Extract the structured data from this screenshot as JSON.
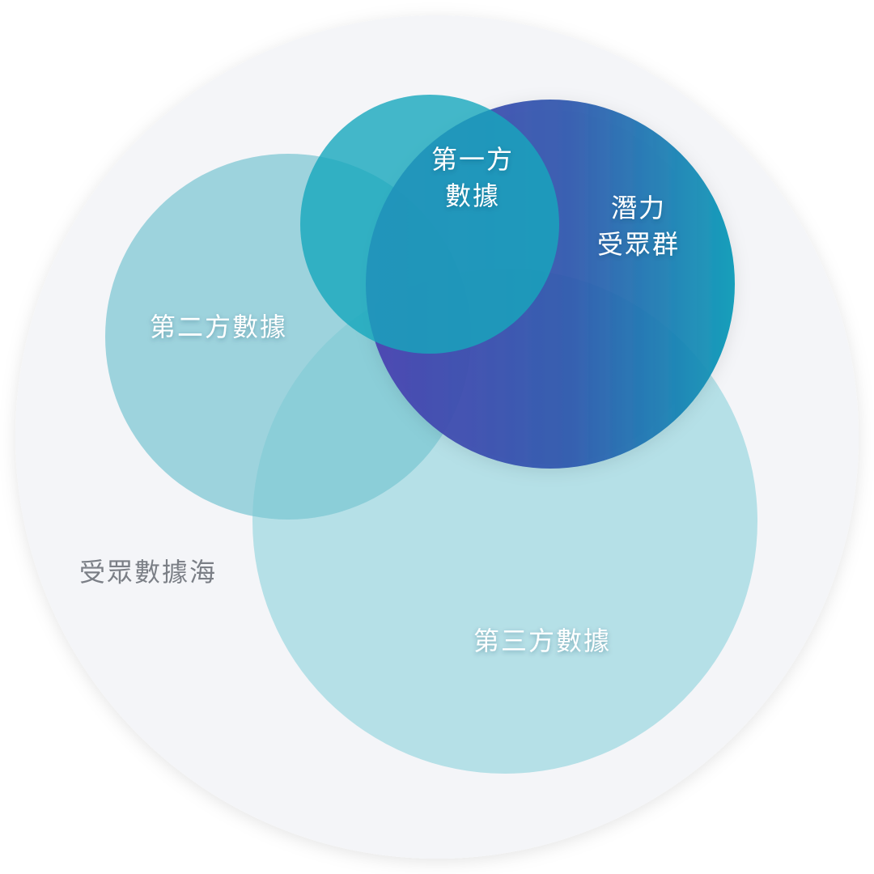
{
  "diagram": {
    "outer_label": "受眾數據海",
    "second_party_label": "第二方數據",
    "first_party_label_line1": "第一方",
    "first_party_label_line2": "數據",
    "potential_label_line1": "潛力",
    "potential_label_line2": "受眾群",
    "third_party_label": "第三方數據"
  },
  "colors": {
    "outer_fill": "#f4f5f8",
    "second_party": "#8fd0da",
    "third_party": "#a9dce4",
    "first_party": "#1ea9bd",
    "potential_gradient_start": "#4a3fb0",
    "potential_gradient_end": "#0e9bb8",
    "outer_text": "#7b7f86",
    "inner_text": "#ffffff"
  }
}
